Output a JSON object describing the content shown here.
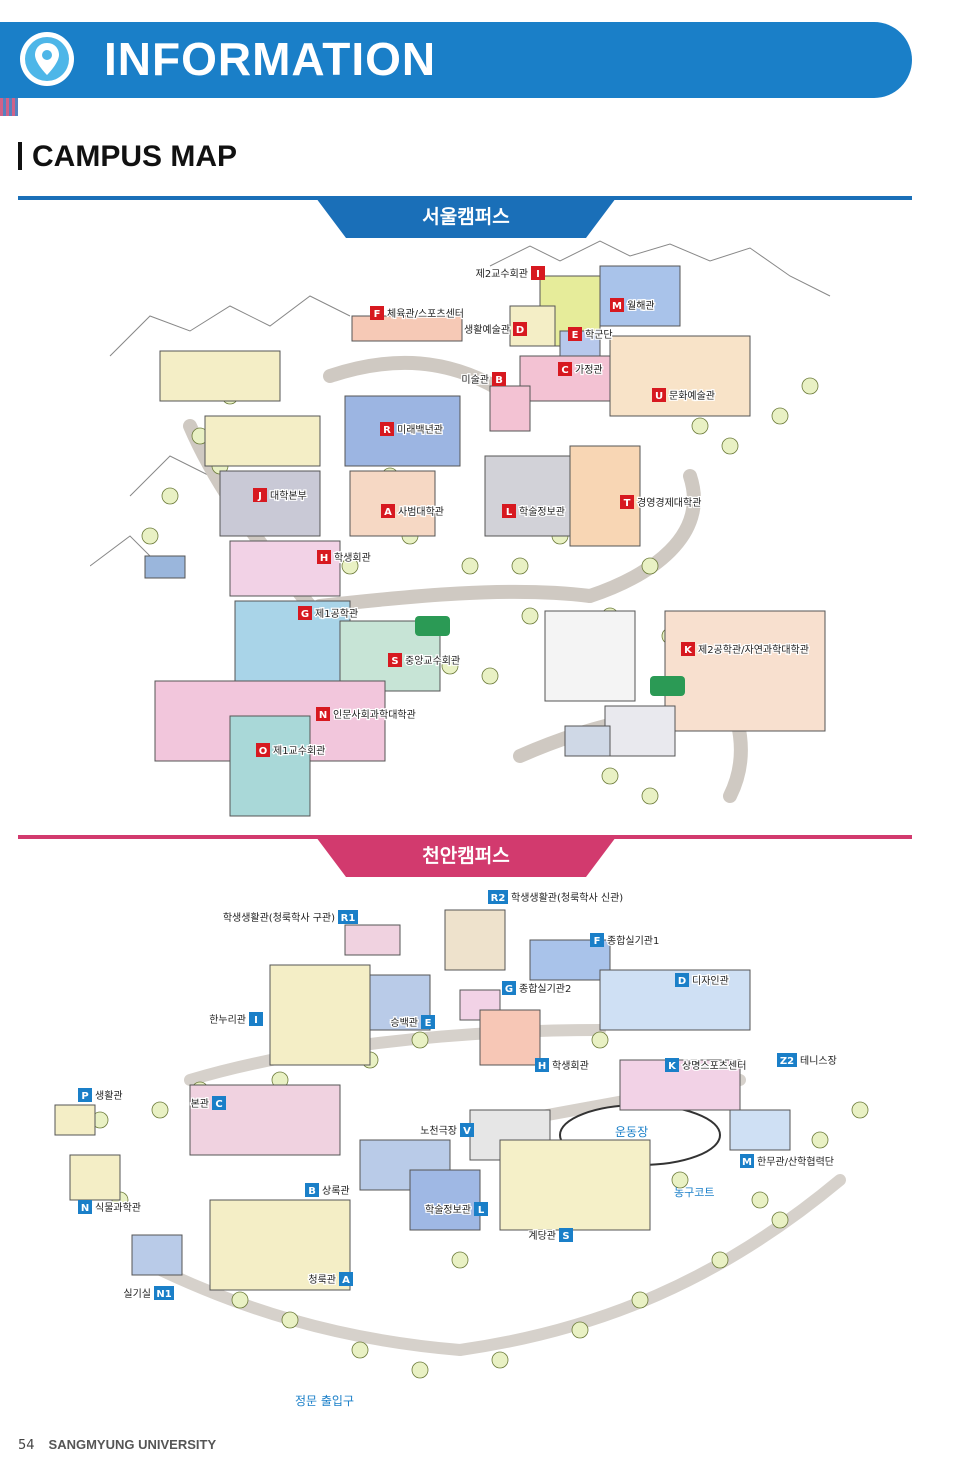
{
  "header": {
    "title": "INFORMATION",
    "icon": "location-pin-icon",
    "color": "#1a7fc8"
  },
  "section": {
    "title": "CAMPUS MAP"
  },
  "seoul": {
    "tab_label": "서울캠퍼스",
    "color": "#1a6fb8",
    "marker_color": "#d71920",
    "buildings": [
      {
        "code": "I",
        "name": "제2교수회관"
      },
      {
        "code": "M",
        "name": "월해관"
      },
      {
        "code": "F",
        "name": "체육관/스포츠센터"
      },
      {
        "code": "D",
        "name": "생활예술관"
      },
      {
        "code": "E",
        "name": "학군단"
      },
      {
        "code": "C",
        "name": "가정관"
      },
      {
        "code": "B",
        "name": "미술관"
      },
      {
        "code": "U",
        "name": "문화예술관"
      },
      {
        "code": "R",
        "name": "미래백년관"
      },
      {
        "code": "J",
        "name": "대학본부"
      },
      {
        "code": "A",
        "name": "사범대학관"
      },
      {
        "code": "L",
        "name": "학술정보관"
      },
      {
        "code": "T",
        "name": "경영경제대학관"
      },
      {
        "code": "H",
        "name": "학생회관"
      },
      {
        "code": "G",
        "name": "제1공학관"
      },
      {
        "code": "S",
        "name": "중앙교수회관"
      },
      {
        "code": "K",
        "name": "제2공학관/자연과학대학관"
      },
      {
        "code": "N",
        "name": "인문사회과학대학관"
      },
      {
        "code": "O",
        "name": "제1교수회관"
      }
    ]
  },
  "cheonan": {
    "tab_label": "천안캠퍼스",
    "color": "#d23a6e",
    "marker_color": "#1a7fc8",
    "buildings": [
      {
        "code": "R2",
        "name": "학생생활관(청룩학사 신관)"
      },
      {
        "code": "R1",
        "name": "학생생활관(청룩학사 구관)"
      },
      {
        "code": "F",
        "name": "종합실기관1"
      },
      {
        "code": "D",
        "name": "디자인관"
      },
      {
        "code": "G",
        "name": "종합실기관2"
      },
      {
        "code": "I",
        "name": "한누리관"
      },
      {
        "code": "E",
        "name": "승백관"
      },
      {
        "code": "H",
        "name": "학생회관"
      },
      {
        "code": "K",
        "name": "상명스포츠센터"
      },
      {
        "code": "Z2",
        "name": "테니스장"
      },
      {
        "code": "P",
        "name": "생활관"
      },
      {
        "code": "C",
        "name": "본관"
      },
      {
        "code": "V",
        "name": "노천극장"
      },
      {
        "code": "M",
        "name": "한무관/산학협력단"
      },
      {
        "code": "B",
        "name": "상록관"
      },
      {
        "code": "L",
        "name": "학술정보관"
      },
      {
        "code": "N",
        "name": "식물과학관"
      },
      {
        "code": "S",
        "name": "계당관"
      },
      {
        "code": "A",
        "name": "청룩관"
      },
      {
        "code": "N1",
        "name": "실기실"
      }
    ],
    "places": {
      "stadium": "운동장",
      "basketball": "농구코트",
      "main_gate": "정문 출입구"
    }
  },
  "footer": {
    "page": "54",
    "university": "SANGMYUNG UNIVERSITY"
  }
}
